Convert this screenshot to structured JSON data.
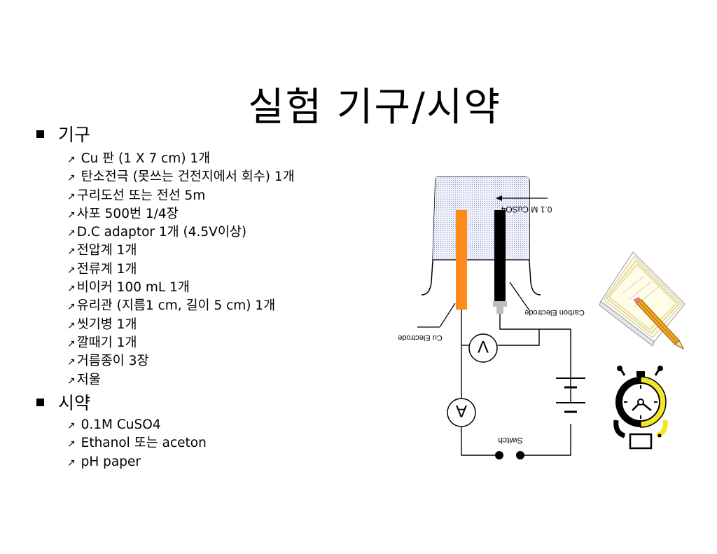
{
  "title": "실험 기구/시약",
  "sections": [
    {
      "heading": "기구",
      "items": [
        "Cu 판 (1 X 7 cm) 1개",
        "탄소전극 (못쓰는 건전지에서 회수) 1개",
        "구리도선 또는 전선 5m",
        "사포 500번 1/4장",
        "D.C adaptor 1개 (4.5V이상)",
        "전압계 1개",
        "전류계 1개",
        "비이커 100 mL 1개",
        "유리관 (지름1 cm, 길이 5 cm) 1개",
        "씻기병 1개",
        "깔때기 1개",
        "거름종이 3장",
        "저울"
      ]
    },
    {
      "heading": "시약",
      "items": [
        "0.1M CuSO4",
        "Ethanol 또는 aceton",
        "pH paper"
      ]
    }
  ],
  "bullet_glyph": "↗",
  "diagram": {
    "solution_label": "0.1 M CuSO4",
    "carbon_label": "Carbon Electrode",
    "cu_label": "Cu Electrode",
    "voltmeter_label": "V",
    "ammeter_label": "A",
    "switch_label": "Switch"
  },
  "colors": {
    "cu_electrode": "#ff8a1a",
    "carbon_electrode": "#000000",
    "solution": "#d8d8ee",
    "clock_accent": "#f2e629"
  },
  "icons": [
    "notepad-pencil-icon",
    "alarm-clock-icon"
  ]
}
